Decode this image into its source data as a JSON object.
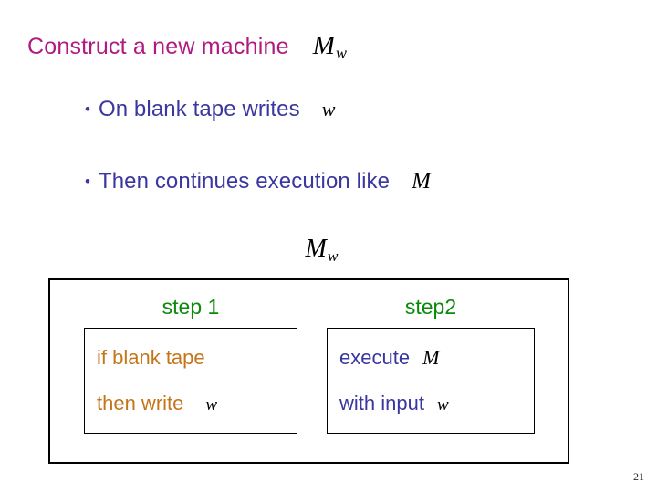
{
  "slide": {
    "title": {
      "text": "Construct a new machine",
      "machine_symbol": "M",
      "machine_subscript": "w",
      "color": "#B01A80"
    },
    "bullets": [
      {
        "marker": "•",
        "text": "On blank tape writes",
        "symbol": "w",
        "color": "#3A37A0"
      },
      {
        "marker": "•",
        "text": "Then continues execution like",
        "symbol": "M",
        "color": "#3A37A0"
      }
    ],
    "diagram": {
      "label_symbol": "M",
      "label_subscript": "w",
      "steps": [
        {
          "header": "step 1",
          "header_color": "#0A8A0A",
          "body_color": "#C4751A",
          "line1": "if blank tape",
          "line1_symbol": "",
          "line2": "then write",
          "line2_symbol": "w"
        },
        {
          "header": "step2",
          "header_color": "#0A8A0A",
          "body_color": "#3A37A0",
          "line1": "execute",
          "line1_symbol": "M",
          "line2": "with input",
          "line2_symbol": "w"
        }
      ]
    },
    "page_number": "21"
  }
}
